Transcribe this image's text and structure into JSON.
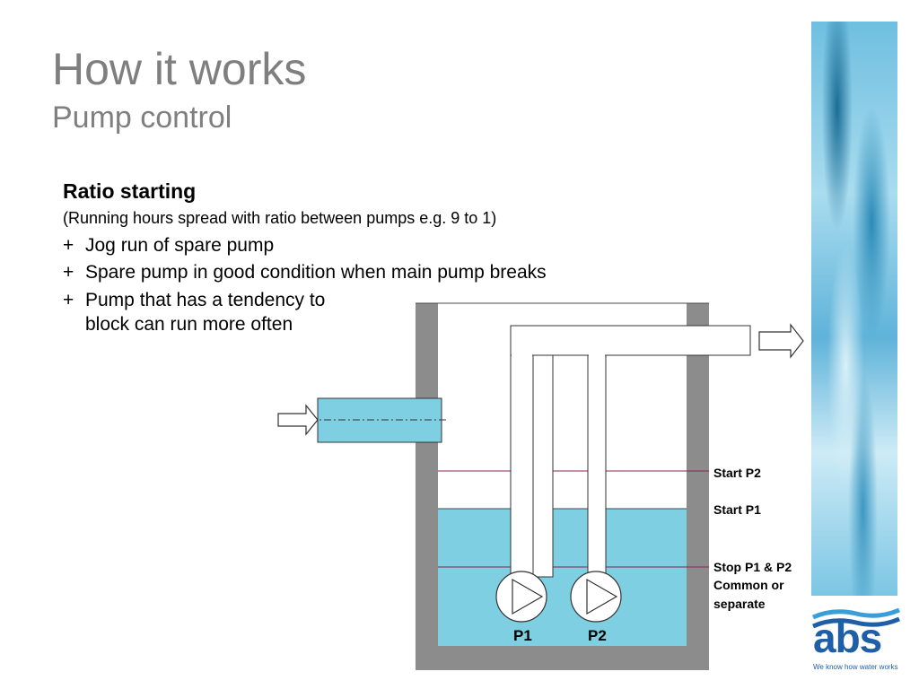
{
  "slide": {
    "title": "How it works",
    "subtitle": "Pump control"
  },
  "content": {
    "heading": "Ratio starting",
    "note": "(Running hours spread with ratio between pumps e.g. 9 to 1)",
    "bullets": [
      {
        "mark": "+",
        "text": "Jog run of spare pump"
      },
      {
        "mark": "+",
        "text": "Spare pump in good condition when main pump breaks"
      },
      {
        "mark": "+",
        "text": "Pump that has a tendency to",
        "text2": "block can run more often"
      }
    ]
  },
  "diagram": {
    "levels": {
      "start_p2": "Start P2",
      "start_p1": "Start P1",
      "stop": "Stop P1 & P2",
      "stop2": "Common or",
      "stop3": "separate"
    },
    "pumps": {
      "p1": "P1",
      "p2": "P2"
    },
    "colors": {
      "water": "#7fcfe3",
      "tank_wall": "#8c8c8c",
      "level_line": "#8b2252"
    }
  },
  "logo": {
    "text": "abs",
    "tagline": "We know how water works",
    "color": "#1f5fa8"
  }
}
